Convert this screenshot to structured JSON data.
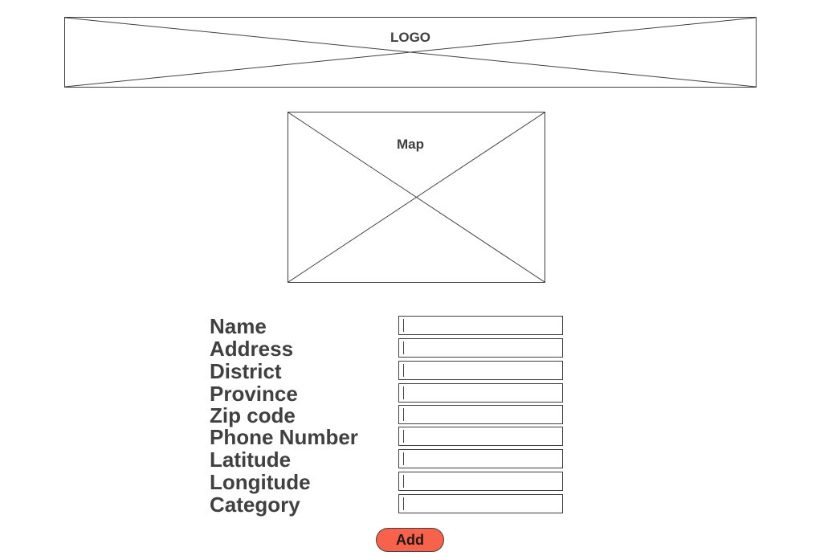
{
  "header": {
    "logo_label": "LOGO"
  },
  "map": {
    "label": "Map"
  },
  "form": {
    "fields": [
      {
        "label": "Name",
        "value": "",
        "placeholder": ""
      },
      {
        "label": "Address",
        "value": "",
        "placeholder": ""
      },
      {
        "label": "District",
        "value": "",
        "placeholder": ""
      },
      {
        "label": "Province",
        "value": "",
        "placeholder": ""
      },
      {
        "label": "Zip code",
        "value": "",
        "placeholder": ""
      },
      {
        "label": "Phone Number",
        "value": "",
        "placeholder": ""
      },
      {
        "label": "Latitude",
        "value": "",
        "placeholder": ""
      },
      {
        "label": "Longitude",
        "value": "",
        "placeholder": ""
      },
      {
        "label": "Category",
        "value": "",
        "placeholder": ""
      }
    ],
    "submit_label": "Add"
  },
  "colors": {
    "accent": "#f8614a",
    "text": "#404040"
  }
}
